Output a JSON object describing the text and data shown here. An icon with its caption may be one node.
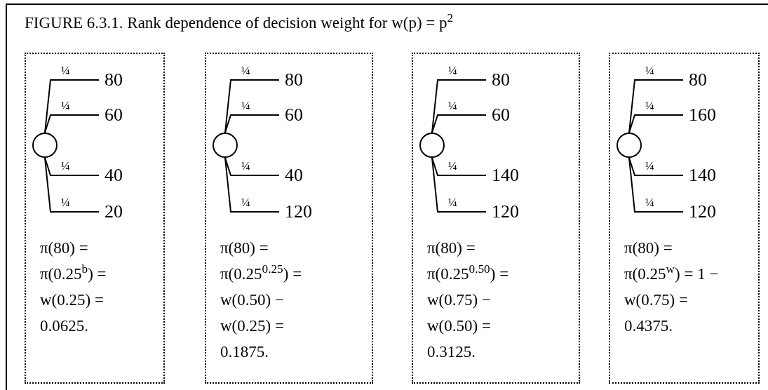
{
  "diagram": {
    "title": "FIGURE 6.3.1. Rank dependence of decision weight for w(p) = p$^{2}$",
    "nodes": [
      {
        "text": [
          "π(80) = π(0.25$^{b}$) = w(0.25) = 0.0625."
        ]
      },
      {
        "text": [],
        "shape": "circle",
        "in": 0
      },
      {
        "text": [
          "80"
        ],
        "in": 0
      },
      {
        "text": [
          "60"
        ],
        "in": 0
      },
      {
        "text": [
          "40"
        ],
        "in": 0
      },
      {
        "text": [
          "20"
        ],
        "in": 0
      },
      {
        "text": [
          "π(80) = π(0.25$^{0.25}$) = w(0.50) − w(0.25) = 0.1875."
        ]
      },
      {
        "text": [],
        "shape": "circle",
        "in": 6
      },
      {
        "text": [
          "80"
        ],
        "in": 6
      },
      {
        "text": [
          "60"
        ],
        "in": 6
      },
      {
        "text": [
          "40"
        ],
        "in": 6
      },
      {
        "text": [
          "120"
        ],
        "in": 6
      },
      {
        "text": [
          "π(80) = π(0.25$^{0.50}$) = w(0.75) − w(0.50) = 0.3125."
        ]
      },
      {
        "text": [],
        "shape": "circle",
        "in": 12
      },
      {
        "text": [
          "80"
        ],
        "in": 12
      },
      {
        "text": [
          "60"
        ],
        "in": 12
      },
      {
        "text": [
          "140"
        ],
        "in": 12
      },
      {
        "text": [
          "120"
        ],
        "in": 12
      },
      {
        "text": [
          "π(80) = π(0.25$^{w}$) = 1 − w(0.75) = 0.4375."
        ]
      },
      {
        "text": [],
        "shape": "circle",
        "in": 18
      },
      {
        "text": [
          "80"
        ],
        "in": 18
      },
      {
        "text": [
          "160"
        ],
        "in": 18
      },
      {
        "text": [
          "140"
        ],
        "in": 18
      },
      {
        "text": [
          "120"
        ],
        "in": 18
      }
    ],
    "edges": [
      {
        "from": 1,
        "to": 2,
        "arrow": "none",
        "label": "¼"
      },
      {
        "from": 1,
        "to": 3,
        "arrow": "none",
        "label": "¼"
      },
      {
        "from": 1,
        "to": 4,
        "arrow": "none",
        "label": "¼"
      },
      {
        "from": 1,
        "to": 5,
        "arrow": "none",
        "label": "¼"
      },
      {
        "from": 7,
        "to": 8,
        "arrow": "none",
        "label": "¼"
      },
      {
        "from": 7,
        "to": 9,
        "arrow": "none",
        "label": "¼"
      },
      {
        "from": 7,
        "to": 10,
        "arrow": "none",
        "label": "¼"
      },
      {
        "from": 7,
        "to": 11,
        "arrow": "none",
        "label": "¼"
      },
      {
        "from": 13,
        "to": 14,
        "arrow": "none",
        "label": "¼"
      },
      {
        "from": 13,
        "to": 15,
        "arrow": "none",
        "label": "¼"
      },
      {
        "from": 13,
        "to": 16,
        "arrow": "none",
        "label": "¼"
      },
      {
        "from": 13,
        "to": 17,
        "arrow": "none",
        "label": "¼"
      },
      {
        "from": 19,
        "to": 20,
        "arrow": "none",
        "label": "¼"
      },
      {
        "from": 19,
        "to": 21,
        "arrow": "none",
        "label": "¼"
      },
      {
        "from": 19,
        "to": 22,
        "arrow": "none",
        "label": "¼"
      },
      {
        "from": 19,
        "to": 23,
        "arrow": "none",
        "label": "¼"
      }
    ]
  }
}
